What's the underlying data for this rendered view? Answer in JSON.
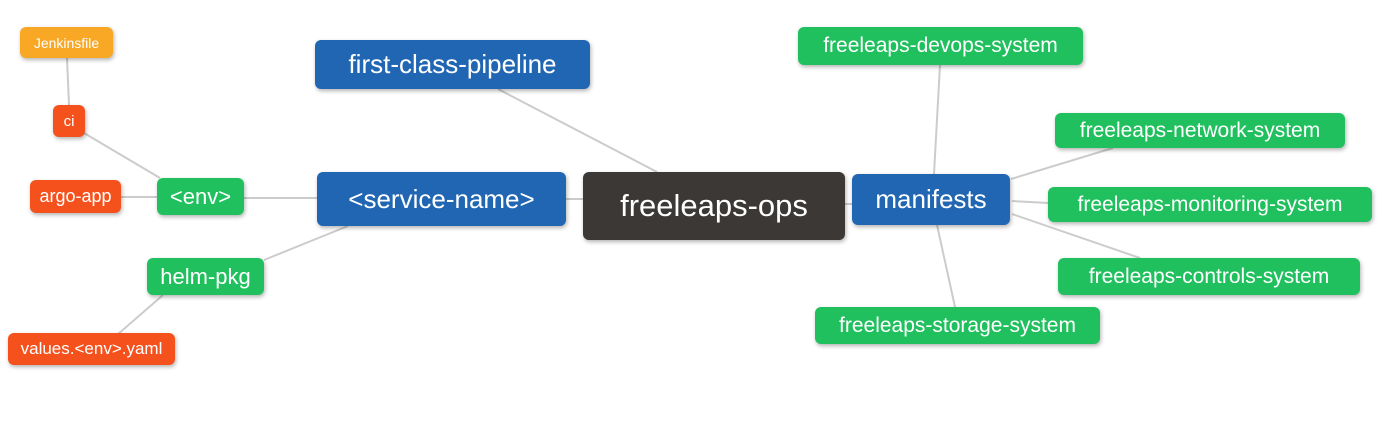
{
  "title": "freeleaps-ops mind map",
  "colors": {
    "blue": "#2166b3",
    "green": "#21c05e",
    "red": "#f5511d",
    "orange": "#f9a825",
    "dark": "#3b3836",
    "edge": "#cccccc"
  },
  "nodes": {
    "root": {
      "label": "freeleaps-ops"
    },
    "first_class_pipeline": {
      "label": "first-class-pipeline"
    },
    "service_name": {
      "label": "<service-name>"
    },
    "env": {
      "label": "<env>"
    },
    "ci": {
      "label": "ci"
    },
    "jenkinsfile": {
      "label": "Jenkinsfile"
    },
    "argo_app": {
      "label": "argo-app"
    },
    "helm_pkg": {
      "label": "helm-pkg"
    },
    "values_env_yaml": {
      "label": "values.<env>.yaml"
    },
    "manifests": {
      "label": "manifests"
    },
    "devops_system": {
      "label": "freeleaps-devops-system"
    },
    "network_system": {
      "label": "freeleaps-network-system"
    },
    "monitoring_system": {
      "label": "freeleaps-monitoring-system"
    },
    "controls_system": {
      "label": "freeleaps-controls-system"
    },
    "storage_system": {
      "label": "freeleaps-storage-system"
    }
  }
}
